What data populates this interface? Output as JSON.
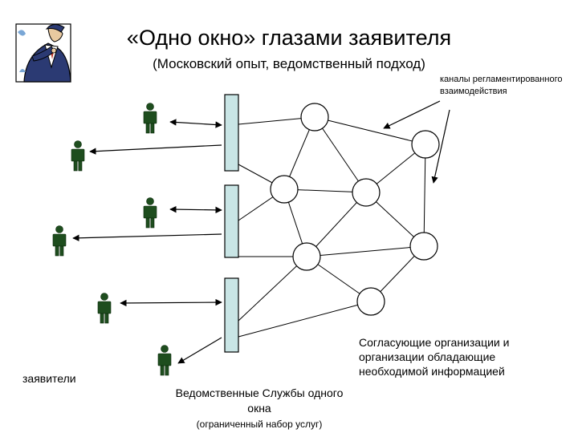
{
  "title": "«Одно окно» глазами заявителя",
  "subtitle": "(Московский опыт, ведомственный подход)",
  "labels": {
    "channels": "каналы регламентированного взаимодействия",
    "organizations": "Согласующие организации и организации обладающие необходимой информацией",
    "applicants": "заявители",
    "services_main": "Ведомственные Службы одного окна",
    "services_note": "(ограниченный набор услуг)"
  },
  "icons": {
    "clipart": "businessman-checking-watch-icon",
    "person": "person-icon",
    "node": "organization-node-circle"
  },
  "colors": {
    "window_fill": "#c9e5e5",
    "person_fill": "#1e4d1e",
    "stroke": "#000000"
  }
}
